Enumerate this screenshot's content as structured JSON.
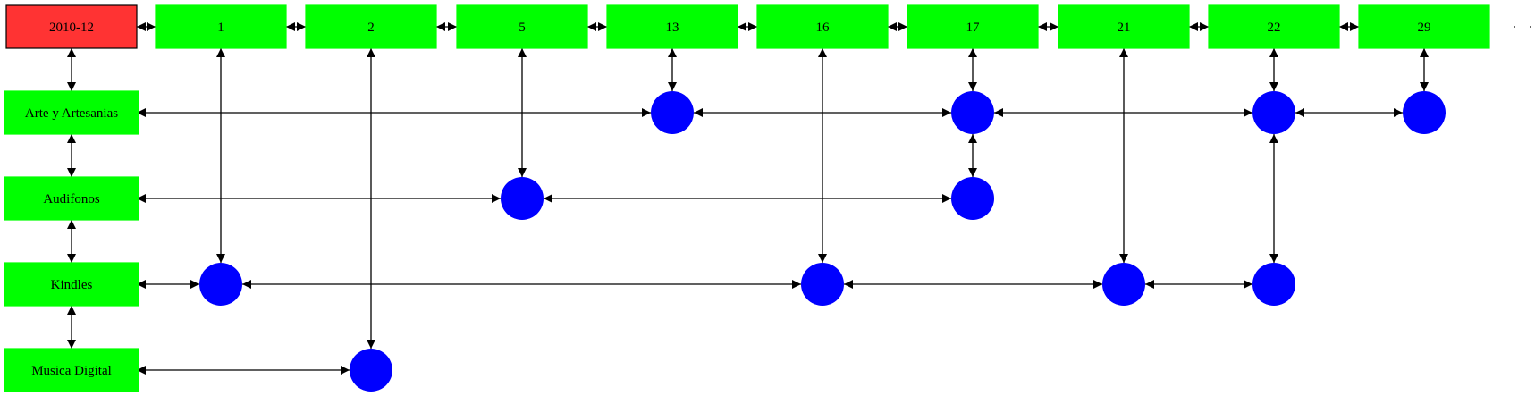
{
  "diagram": {
    "root_label": "2010-12",
    "day_labels": [
      "1",
      "2",
      "5",
      "13",
      "16",
      "17",
      "21",
      "22",
      "29"
    ],
    "category_labels": [
      "Arte y Artesanias",
      "Audifonos",
      "Kindles",
      "Musica Digital"
    ],
    "events": [
      {
        "day": "13",
        "category": "Arte y Artesanias"
      },
      {
        "day": "17",
        "category": "Arte y Artesanias"
      },
      {
        "day": "22",
        "category": "Arte y Artesanias"
      },
      {
        "day": "29",
        "category": "Arte y Artesanias"
      },
      {
        "day": "5",
        "category": "Audifonos"
      },
      {
        "day": "17",
        "category": "Audifonos"
      },
      {
        "day": "1",
        "category": "Kindles"
      },
      {
        "day": "16",
        "category": "Kindles"
      },
      {
        "day": "21",
        "category": "Kindles"
      },
      {
        "day": "22",
        "category": "Kindles"
      },
      {
        "day": "2",
        "category": "Musica Digital"
      }
    ]
  },
  "colors": {
    "root_fill": "#ff3333",
    "node_fill": "#00ff00",
    "event_fill": "#0000ff",
    "edge": "#000000"
  }
}
